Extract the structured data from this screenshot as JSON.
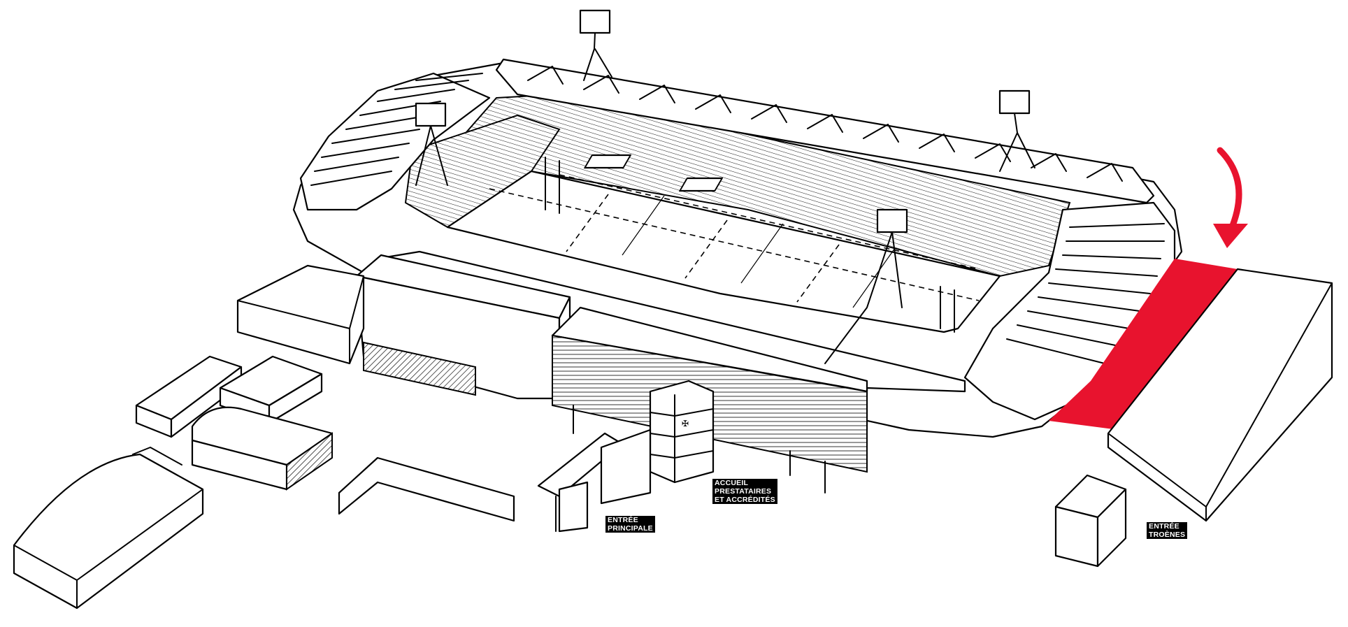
{
  "colors": {
    "highlight": "#e8132e",
    "ink": "#000000",
    "background": "#ffffff"
  },
  "labels": {
    "main_entrance": [
      "ENTRÉE",
      "PRINCIPALE"
    ],
    "providers_reception": [
      "ACCUEIL",
      "PRESTATAIRES",
      "ET ACCRÉDITÉS"
    ],
    "troenes_entrance": [
      "ENTRÉE",
      "TROÈNES"
    ]
  },
  "icons": {
    "highlight_arrow": "curved-arrow-down-icon",
    "club_logo": "club-crest-icon"
  }
}
